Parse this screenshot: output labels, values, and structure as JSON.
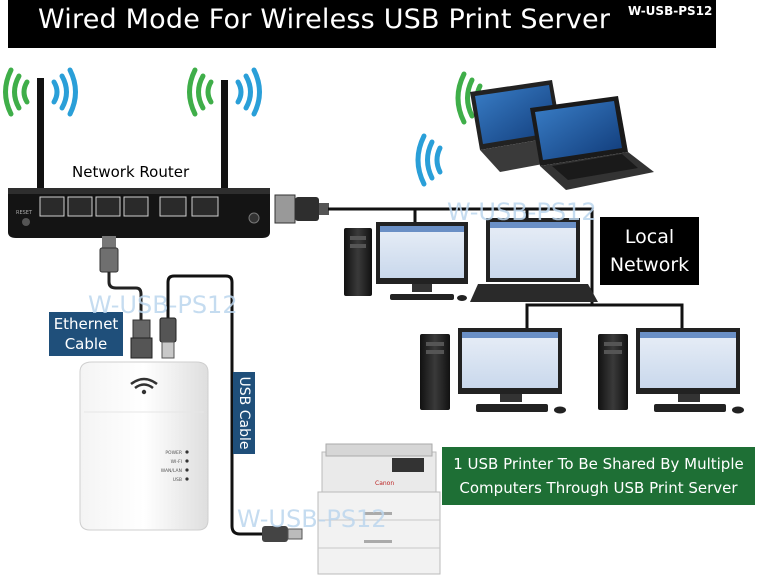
{
  "header": {
    "title": "Wired Mode For Wireless USB Print Server",
    "model_code": "W-USB-PS12"
  },
  "labels": {
    "router": "Network Router",
    "ethernet_line1": "Ethernet",
    "ethernet_line2": "Cable",
    "usb_cable": "USB Cable",
    "local_network_line1": "Local",
    "local_network_line2": "Network",
    "caption_line1": "1 USB Printer To Be Shared By Multiple",
    "caption_line2": "Computers Through USB Print Server",
    "router_reset": "RESET",
    "printer_brand": "Canon"
  },
  "print_server_leds": [
    "POWER",
    "WI-FI",
    "WAN/LAN",
    "USB"
  ],
  "watermarks": [
    "W-USB-PS12",
    "W-USB-PS12",
    "W-USB-PS12"
  ],
  "colors": {
    "title_bg": "#000000",
    "label_blue": "#1f4f7a",
    "caption_green": "#1e6f35",
    "wifi_green": "#3fae49",
    "wifi_blue": "#2a9fd8",
    "watermark": "#bcd6ee"
  }
}
